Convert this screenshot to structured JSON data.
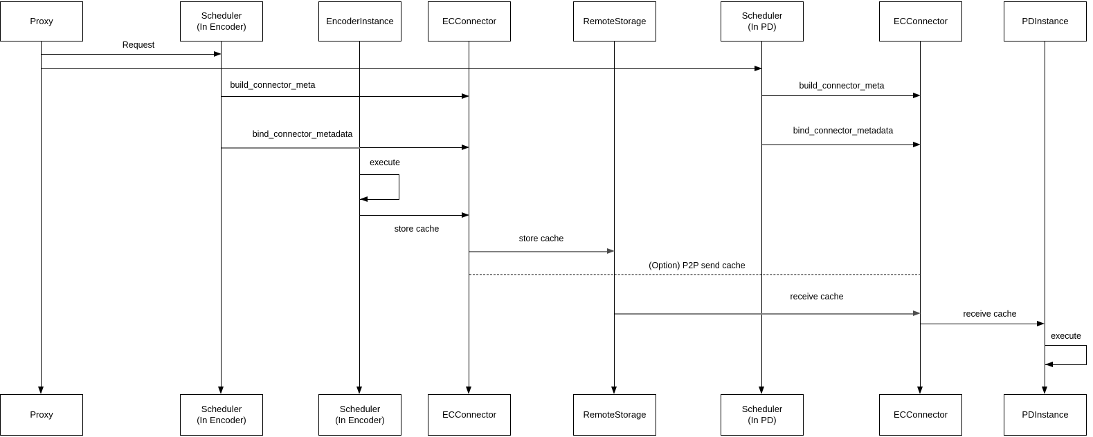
{
  "colors": {
    "line": "#000000",
    "muted": "#808080",
    "bg": "#ffffff"
  },
  "actors": [
    {
      "id": "proxy",
      "top_label": "Proxy",
      "bottom_label": "Proxy"
    },
    {
      "id": "scheduler-encoder",
      "top_label": "Scheduler\n(In Encoder)",
      "bottom_label": "Scheduler\n(In Encoder)"
    },
    {
      "id": "encoder-instance",
      "top_label": "EncoderInstance",
      "bottom_label": "Scheduler\n(In Encoder)"
    },
    {
      "id": "ec-connector",
      "top_label": "ECConnector",
      "bottom_label": "ECConnector"
    },
    {
      "id": "remote-storage",
      "top_label": "RemoteStorage",
      "bottom_label": "RemoteStorage"
    },
    {
      "id": "scheduler-pd",
      "top_label": "Scheduler\n(In PD)",
      "bottom_label": "Scheduler\n(In PD)"
    },
    {
      "id": "ec-connector-2",
      "top_label": "ECConnector",
      "bottom_label": "ECConnector"
    },
    {
      "id": "pd-instance",
      "top_label": "PDInstance",
      "bottom_label": "PDInstance"
    }
  ],
  "messages": {
    "request": "Request",
    "build_connector_meta_left": "build_connector_meta",
    "bind_connector_metadata_left": "bind_connector_metadata",
    "build_connector_meta_right": "build_connector_meta",
    "bind_connector_metadata_right": "bind_connector_metadata",
    "execute_encoder": "execute",
    "store_cache_to_connector": "store cache",
    "store_cache_to_remote": "store cache",
    "p2p_send_cache": "(Option) P2P send cache",
    "receive_cache_from_remote": "receive cache",
    "receive_cache_to_pd": "receive cache",
    "execute_pd": "execute"
  }
}
